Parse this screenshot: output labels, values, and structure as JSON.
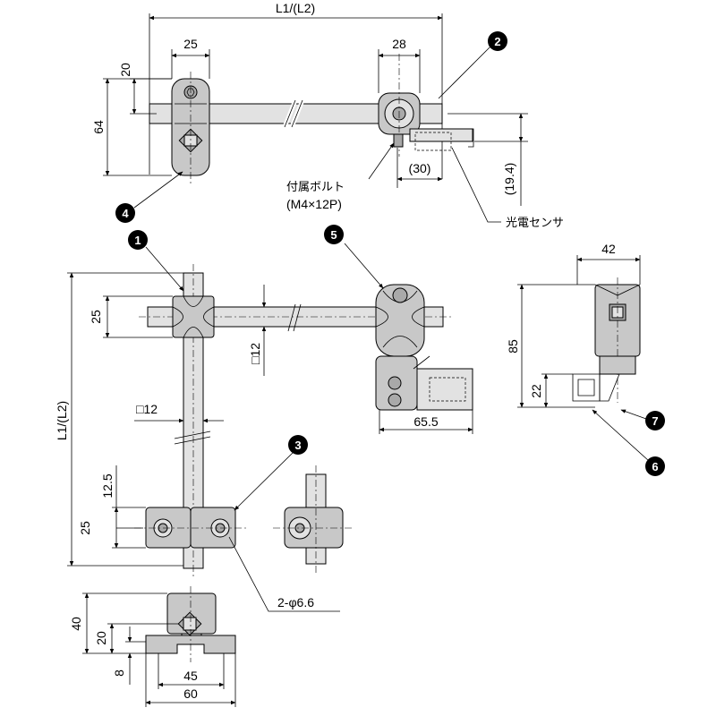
{
  "dimensions": {
    "top_length": "L1/(L2)",
    "top_left_width": "25",
    "top_right_width": "28",
    "top_left_offset": "20",
    "top_left_height": "64",
    "sensor_offset": "(30)",
    "sensor_height": "(19.4)",
    "front_bar_height": "25",
    "front_bar_section": "□12",
    "front_side_length": "L1/(L2)",
    "vertical_bar_section": "□12",
    "clamp_offset": "12.5",
    "clamp_height": "25",
    "hole_spec": "2-φ6.6",
    "right_width": "65.5",
    "side_width": "42",
    "side_height": "85",
    "side_lower": "22",
    "base_height": "40",
    "base_mid": "20",
    "base_bottom": "8",
    "base_inner_width": "45",
    "base_outer_width": "60"
  },
  "labels": {
    "bolt_label": "付属ボルト",
    "bolt_spec": "(M4×12P)",
    "sensor_label": "光電センサ"
  },
  "callouts": [
    "1",
    "2",
    "3",
    "4",
    "5",
    "6",
    "7"
  ]
}
